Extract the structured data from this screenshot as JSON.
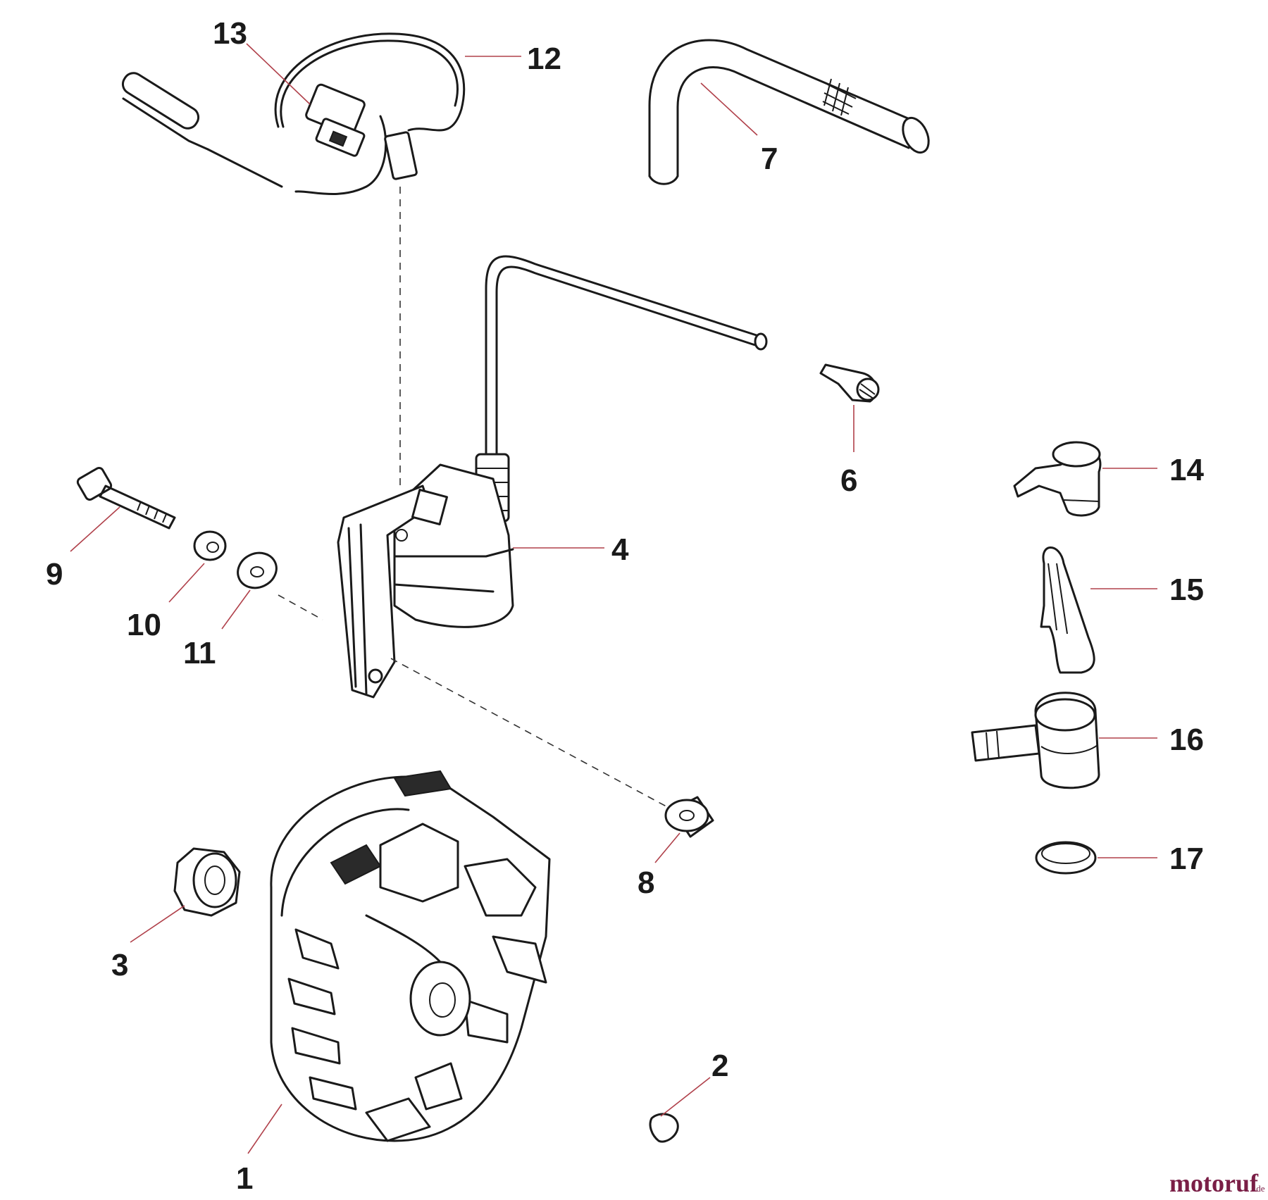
{
  "callouts": {
    "c1": "1",
    "c2": "2",
    "c3": "3",
    "c4": "4",
    "c6": "6",
    "c7": "7",
    "c8": "8",
    "c9": "9",
    "c10": "10",
    "c11": "11",
    "c12": "12",
    "c13": "13",
    "c14": "14",
    "c15": "15",
    "c16": "16",
    "c17": "17"
  },
  "watermark": {
    "name": "motoruf",
    "suffix": ".de"
  },
  "colors": {
    "line": "#1a1a1a",
    "leader": "#b0404a",
    "logo": "#7a1e46",
    "background": "#ffffff"
  }
}
